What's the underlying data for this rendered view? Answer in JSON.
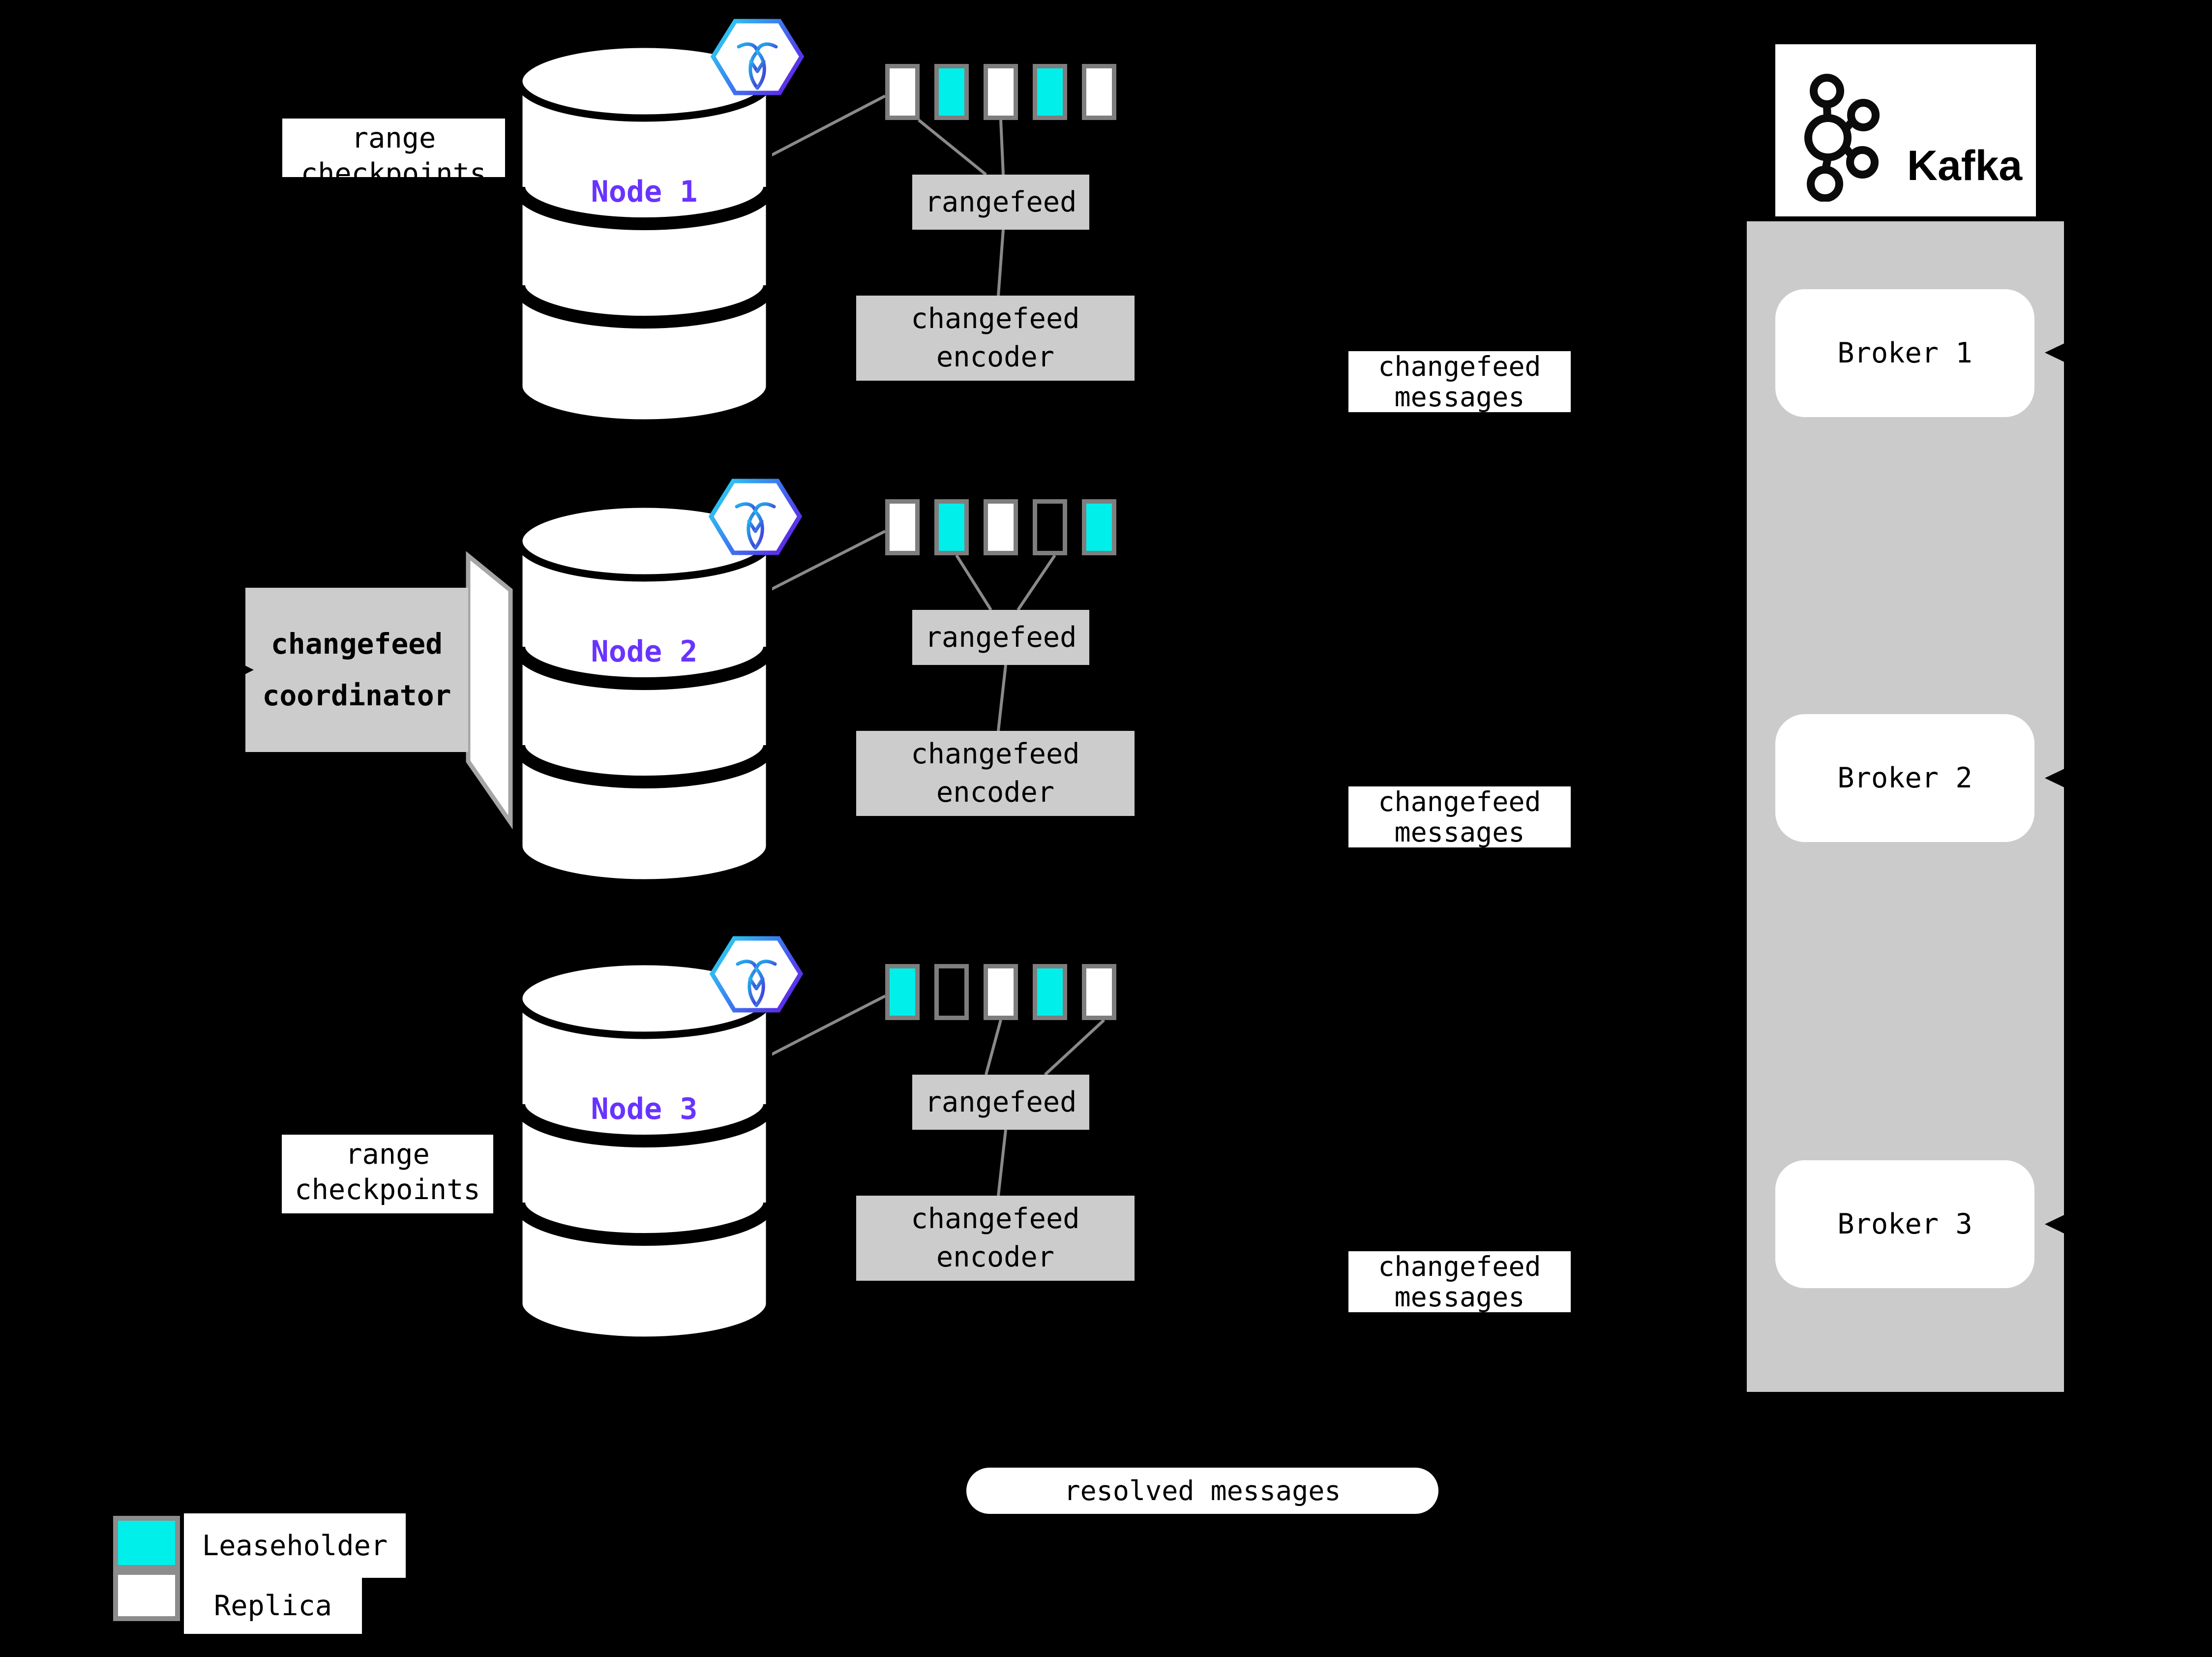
{
  "colors": {
    "background": "#000000",
    "leaseholder_fill": "#00EFEA",
    "replica_fill": "#FFFFFF",
    "square_border": "#7E7E7E",
    "connector_line": "#8A8A8A",
    "label_box_gray": "#CCCCCC",
    "kafka_container_gray": "#CBCBCB",
    "node_label_purple": "#6933FF",
    "badge_gradient_start": "#29DFF2",
    "badge_gradient_end": "#5B2EE8"
  },
  "nodes": [
    {
      "label": "Node 1",
      "badge": "cockroachdb-logo",
      "ranges": [
        "replica",
        "leaseholder",
        "replica",
        "leaseholder",
        "replica"
      ],
      "rangefeed_label": "rangefeed",
      "encoder_line1": "changefeed",
      "encoder_line2": "encoder",
      "messages_line1": "changefeed",
      "messages_line2": "messages"
    },
    {
      "label": "Node 2",
      "badge": "cockroachdb-logo",
      "ranges": [
        "replica",
        "leaseholder",
        "replica",
        "empty",
        "leaseholder"
      ],
      "rangefeed_label": "rangefeed",
      "encoder_line1": "changefeed",
      "encoder_line2": "encoder",
      "messages_line1": "changefeed",
      "messages_line2": "messages"
    },
    {
      "label": "Node 3",
      "badge": "cockroachdb-logo",
      "ranges": [
        "leaseholder",
        "empty",
        "replica",
        "leaseholder",
        "replica"
      ],
      "rangefeed_label": "rangefeed",
      "encoder_line1": "changefeed",
      "encoder_line2": "encoder",
      "messages_line1": "changefeed",
      "messages_line2": "messages"
    }
  ],
  "range_checkpoints": {
    "line1": "range",
    "line2": "checkpoints"
  },
  "coordinator": {
    "line1": "changefeed",
    "line2": "coordinator"
  },
  "kafka": {
    "wordmark": "Kafka",
    "brokers": [
      "Broker 1",
      "Broker 2",
      "Broker 3"
    ]
  },
  "resolved_label": "resolved messages",
  "legend": {
    "items": [
      {
        "type": "leaseholder",
        "label": "Leaseholder"
      },
      {
        "type": "replica",
        "label": "Replica"
      }
    ]
  }
}
